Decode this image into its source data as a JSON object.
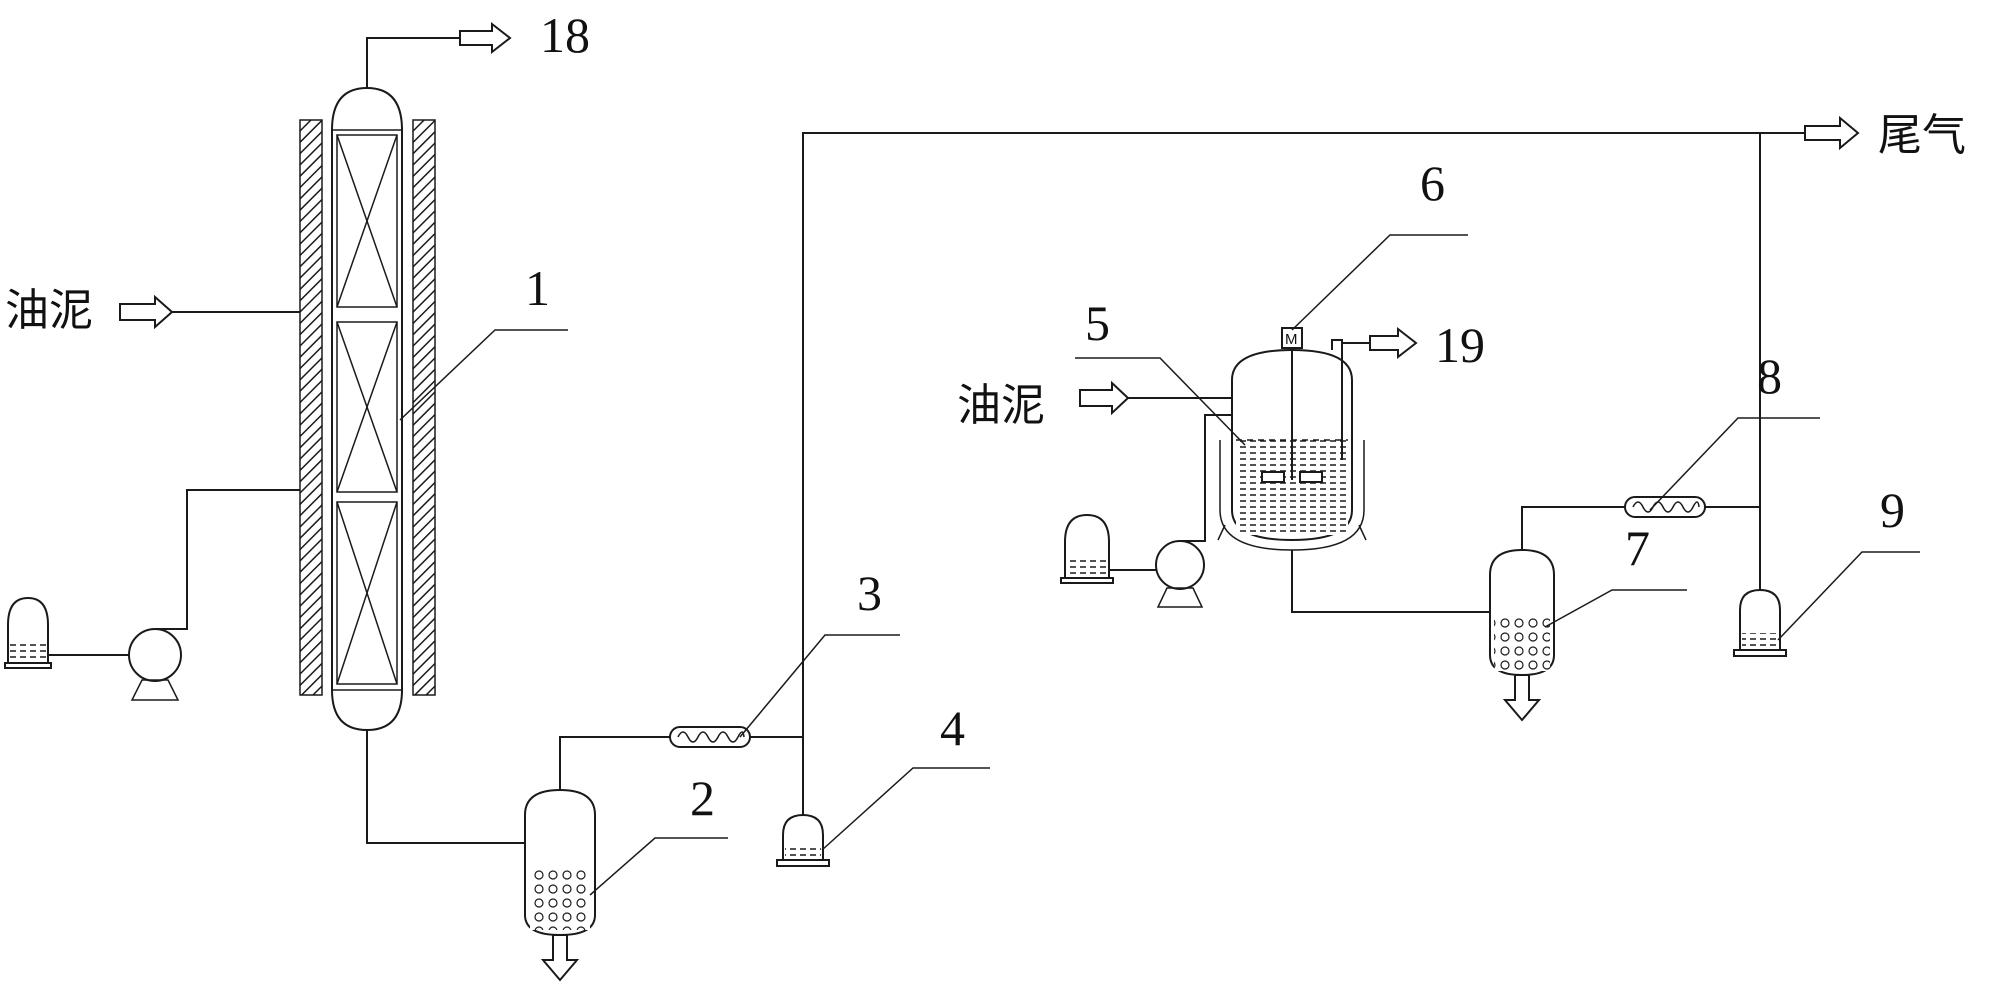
{
  "labels": {
    "feed_left": "油泥",
    "feed_reactor": "油泥",
    "tail_gas": "尾气",
    "motor": "M"
  },
  "callouts": {
    "c1": "1",
    "c2": "2",
    "c3": "3",
    "c4": "4",
    "c5": "5",
    "c6": "6",
    "c7": "7",
    "c8": "8",
    "c9": "9",
    "c18": "18",
    "c19": "19"
  }
}
